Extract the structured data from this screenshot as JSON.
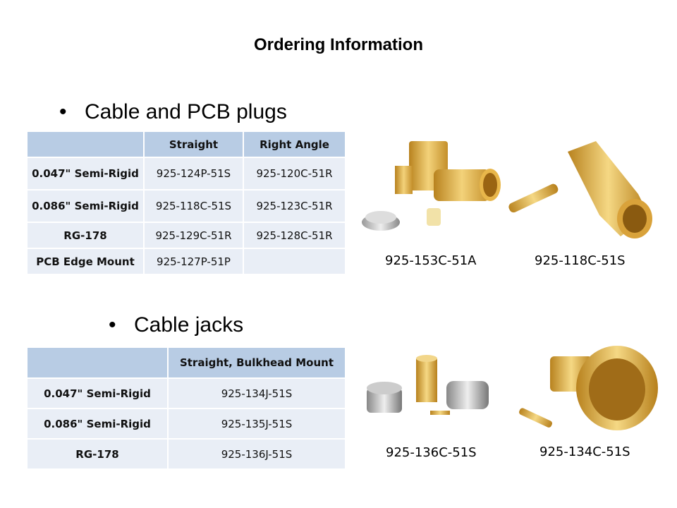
{
  "title": "Ordering Information",
  "section1": {
    "bullet": "Cable and PCB plugs",
    "headers": [
      "",
      "Straight",
      "Right Angle"
    ],
    "rows": [
      [
        "0.047\" Semi-Rigid",
        "925-124P-51S",
        "925-120C-51R"
      ],
      [
        "0.086\" Semi-Rigid",
        "925-118C-51S",
        "925-123C-51R"
      ],
      [
        "RG-178",
        "925-129C-51R",
        "925-128C-51R"
      ],
      [
        "PCB Edge Mount",
        "925-127P-51P",
        ""
      ]
    ]
  },
  "section2": {
    "bullet": "Cable jacks",
    "headers": [
      "",
      "Straight, Bulkhead Mount"
    ],
    "rows": [
      [
        "0.047\" Semi-Rigid",
        "925-134J-51S"
      ],
      [
        "0.086\" Semi-Rigid",
        "925-135J-51S"
      ],
      [
        "RG-178",
        "925-136J-51S"
      ]
    ]
  },
  "captions": [
    "925-153C-51A",
    "925-118C-51S",
    "925-136C-51S",
    "925-134C-51S"
  ],
  "colors": {
    "header": "#B8CCE4",
    "row": "#E9EEF6",
    "gold": "#D9A93A"
  }
}
